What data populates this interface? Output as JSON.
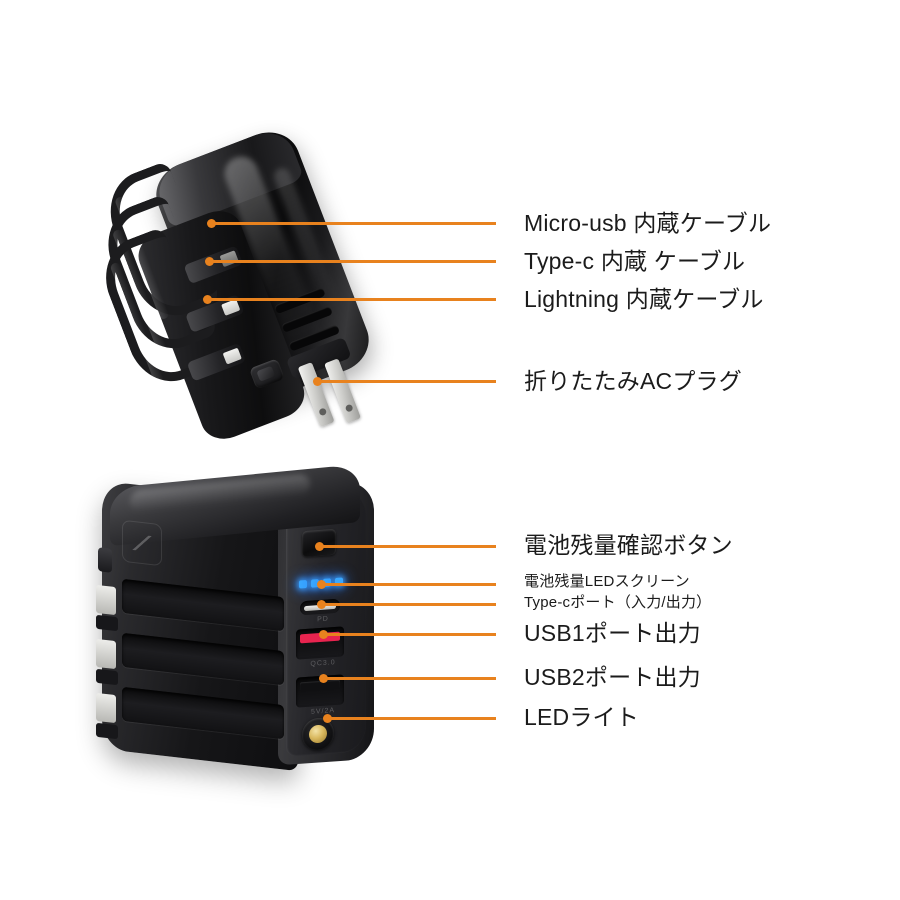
{
  "background_color": "#ffffff",
  "accent_color": "#e8821e",
  "text_color": "#1b1b1b",
  "diagram": {
    "type": "product-callout-diagram",
    "product": "folding-ac-plug-power-bank",
    "views": [
      {
        "id": "top-view",
        "name": "tilted-three-quarter-view-with-built-in-cables",
        "callouts": [
          {
            "id": "micro-usb-cable",
            "label": "Micro-usb 内蔵ケーブル",
            "size": "lg"
          },
          {
            "id": "type-c-cable",
            "label": "Type-c 内蔵 ケーブル",
            "size": "lg"
          },
          {
            "id": "lightning-cable",
            "label": "Lightning 内蔵ケーブル",
            "size": "lg"
          },
          {
            "id": "folding-ac-plug",
            "label": "折りたたみACプラグ",
            "size": "lg"
          }
        ]
      },
      {
        "id": "bottom-view",
        "name": "three-quarter-view-port-panel",
        "callouts": [
          {
            "id": "battery-check-button",
            "label": "電池残量確認ボタン",
            "size": "lg"
          },
          {
            "id": "battery-led-screen",
            "label": "電池残量LEDスクリーン",
            "size": "sm"
          },
          {
            "id": "type-c-port",
            "label": "Type-cポート（入力/出力）",
            "size": "sm"
          },
          {
            "id": "usb1-port",
            "label": "USB1ポート出力",
            "size": "lg"
          },
          {
            "id": "usb2-port",
            "label": "USB2ポート出力",
            "size": "lg"
          },
          {
            "id": "led-light",
            "label": "LEDライト",
            "size": "lg"
          }
        ]
      }
    ]
  },
  "hardware": {
    "battery_led_count": 4,
    "battery_led_color": "#3aa8ff",
    "usb1_insert_color": "#e8244f",
    "usb2_insert_color": "#101012",
    "led_light_color": "#d9b85e",
    "ac_prong_count": 2,
    "built_in_cable_count": 3,
    "port_tags": {
      "type_c": "PD",
      "usb1": "QC3.0",
      "usb2": "5V/2A"
    }
  }
}
